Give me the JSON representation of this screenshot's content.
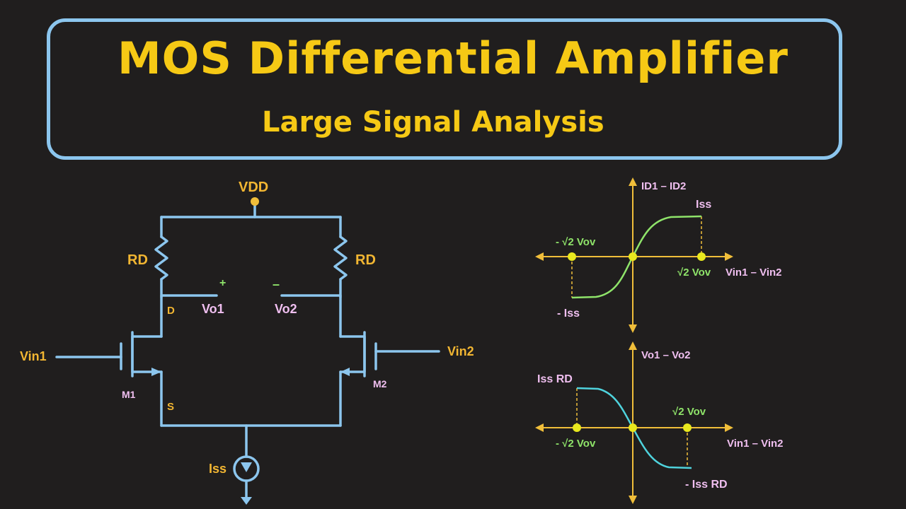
{
  "title": "MOS Differential Amplifier",
  "subtitle": "Large Signal Analysis",
  "circuit": {
    "vdd": "VDD",
    "rd_left": "RD",
    "rd_right": "RD",
    "plus_sign": "+",
    "minus_sign": "–",
    "vo1": "Vo1",
    "vo2": "Vo2",
    "drain": "D",
    "source": "S",
    "vin1": "Vin1",
    "vin2": "Vin2",
    "m1": "M1",
    "m2": "M2",
    "iss": "Iss"
  },
  "graph_current": {
    "y_label": "ID1 – ID2",
    "x_label": "Vin1 – Vin2",
    "top_label": "Iss",
    "bottom_label": "- Iss",
    "left_label": "- √2 Vov",
    "right_label": "√2 Vov",
    "curve_color": "#8fe46a"
  },
  "graph_voltage": {
    "y_label": "Vo1 – Vo2",
    "x_label": "Vin1 – Vin2",
    "top_label": "Iss RD",
    "bottom_label": "- Iss RD",
    "left_label": "- √2 Vov",
    "right_label": "√2 Vov",
    "curve_color": "#4fd3dd"
  },
  "colors": {
    "title": "#f6c915",
    "frame": "#8cc6ee",
    "wire": "#8cc6ee",
    "axis": "#f0be3a",
    "label_orange": "#f2b632",
    "label_pink": "#f0bff0",
    "label_green": "#8fe46a",
    "dot": "#e8e81e"
  }
}
